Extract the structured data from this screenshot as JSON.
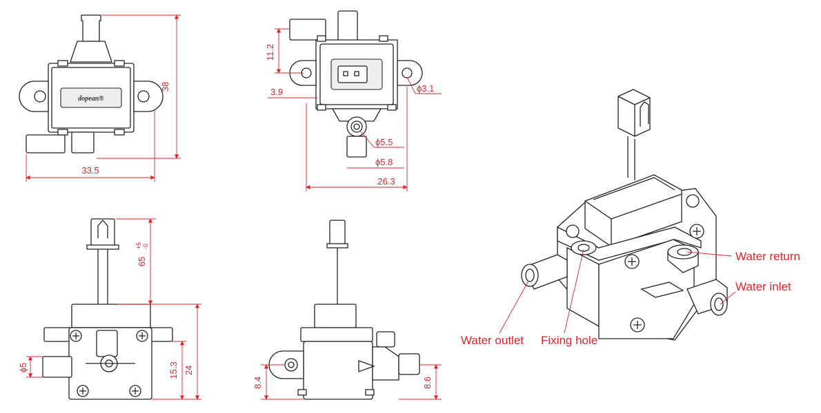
{
  "brand": {
    "logo_text": "dopean®"
  },
  "dimensions": {
    "front_height": "38",
    "front_width": "33.5",
    "outlet_offset": "11.2",
    "hole_offset": "3.9",
    "fixing_hole_dia": "ϕ3.1",
    "inlet_outer_dia": "ϕ5.5",
    "inlet_port_dia": "ϕ5.8",
    "top_width": "26.3",
    "cable_length": "65",
    "cable_tolerance_plus": "+5",
    "cable_tolerance_minus": "-0",
    "outlet_dia": "ϕ5",
    "outlet_height": "15.3",
    "body_height": "24",
    "side_left_height": "8.4",
    "side_right_height": "8.6"
  },
  "callouts": {
    "water_return": "Water return",
    "water_inlet": "Water inlet",
    "water_outlet": "Water outlet",
    "fixing_hole": "Fixing hole"
  },
  "colors": {
    "dimension": "#e0242b",
    "outline": "#222222"
  }
}
